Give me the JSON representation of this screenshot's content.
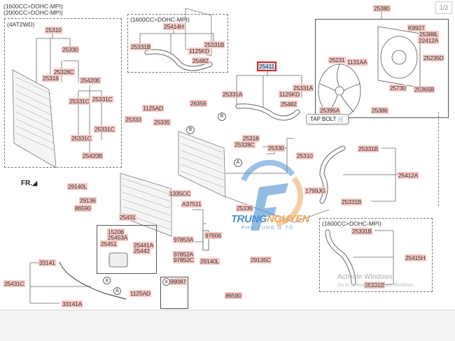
{
  "pager": "1/2",
  "header_notes": [
    "(1600CC>DOHC-MPI)",
    "(2000CC>DOHC-MPI)"
  ],
  "fr_label": "FR.",
  "tooltip": {
    "label": "TAP BOLT",
    "icon": "cart-icon"
  },
  "watermark": {
    "brand_a": "TRUNG",
    "brand_b": "NGUYEN",
    "sub": "PHỤ TÙNG Ô TÔ"
  },
  "os_overlay": {
    "line1": "Activate Windows",
    "line2": "Go to Settings to activate Windows."
  },
  "groups": {
    "box_4at2wd": {
      "title": "(4AT2WD)",
      "parts": [
        "25310",
        "25330",
        "25328C",
        "25318",
        "25420E",
        "25331C",
        "25331C",
        "25331C",
        "25331C",
        "25420B"
      ]
    },
    "box_hose_upper": {
      "title": "(1600CC>DOHC-MPI)",
      "parts": [
        "25414H",
        "25331B",
        "25331B",
        "1125KD",
        "25482"
      ]
    },
    "box_hose_lower": {
      "title": "(1600CC>DOHC-MPI)",
      "parts": [
        "25331B",
        "25415H",
        "25331B"
      ]
    },
    "fan": {
      "parts": [
        "25380",
        "K9927",
        "25388L",
        "22412A",
        "25231",
        "1131AA",
        "25235D",
        "25730",
        "25365B",
        "25395A",
        "25386"
      ]
    },
    "main_hose": {
      "selected": "25411",
      "parts": [
        "25331A",
        "25331A",
        "1125KD",
        "25482"
      ]
    },
    "radiator": {
      "parts": [
        "1125AD",
        "25333",
        "25335",
        "26356",
        "25318",
        "25328C",
        "25330",
        "25310",
        "1335CC",
        "A37511",
        "25336"
      ]
    },
    "lower_hose": {
      "parts": [
        "25331B",
        "25412A",
        "1799JG",
        "25331B"
      ]
    },
    "condenser": {
      "parts": [
        "29140L",
        "29136",
        "86590",
        "25431",
        "15206",
        "25453A",
        "25451",
        "25441A",
        "25442",
        "1125AD",
        "97606",
        "97853A",
        "97852A",
        "97852C",
        "29140L",
        "29135C",
        "86590",
        "33141",
        "25431C",
        "33141A",
        "99087"
      ]
    }
  },
  "labels": {
    "l1": "25310",
    "l2": "25330",
    "l3": "25328C",
    "l4": "25318",
    "l5": "25420E",
    "l6": "25331C",
    "l7": "25331C",
    "l8": "25331C",
    "l9": "25331C",
    "l10": "25420B",
    "u1": "25414H",
    "u2": "25331B",
    "u3": "25331B",
    "u4": "1125KD",
    "u5": "25482",
    "m1": "25411",
    "m2": "25331A",
    "m3": "25331A",
    "m4": "1125KD",
    "m5": "25482",
    "f1": "25380",
    "f2": "K9927",
    "f3": "25388L",
    "f4": "22412A",
    "f5": "25231",
    "f6": "1131AA",
    "f7": "25235D",
    "f8": "25730",
    "f9": "25365B",
    "f10": "25395A",
    "f11": "25386",
    "r1": "1125AD",
    "r2": "25333",
    "r3": "25335",
    "r4": "26356",
    "r5": "25318",
    "r6": "25328C",
    "r7": "25330",
    "r8": "25310",
    "r9": "1335CC",
    "r10": "A37511",
    "r11": "25336",
    "h1": "25331B",
    "h2": "25412A",
    "h3": "1799JG",
    "h4": "25331B",
    "b1": "25331B",
    "b2": "25415H",
    "b3": "25331B",
    "c1": "29140L",
    "c2": "29136",
    "c3": "86590",
    "c4": "25431",
    "c5": "15206",
    "c6": "25453A",
    "c7": "25451",
    "c8": "25441A",
    "c9": "25442",
    "c10": "1125AD",
    "c11": "97606",
    "c12": "97853A",
    "c13": "97852A",
    "c14": "97852C",
    "c15": "29140L",
    "c16": "29135C",
    "c17": "86590",
    "c18": "33141",
    "c19": "25431C",
    "c20": "33141A",
    "c21": "99087"
  }
}
